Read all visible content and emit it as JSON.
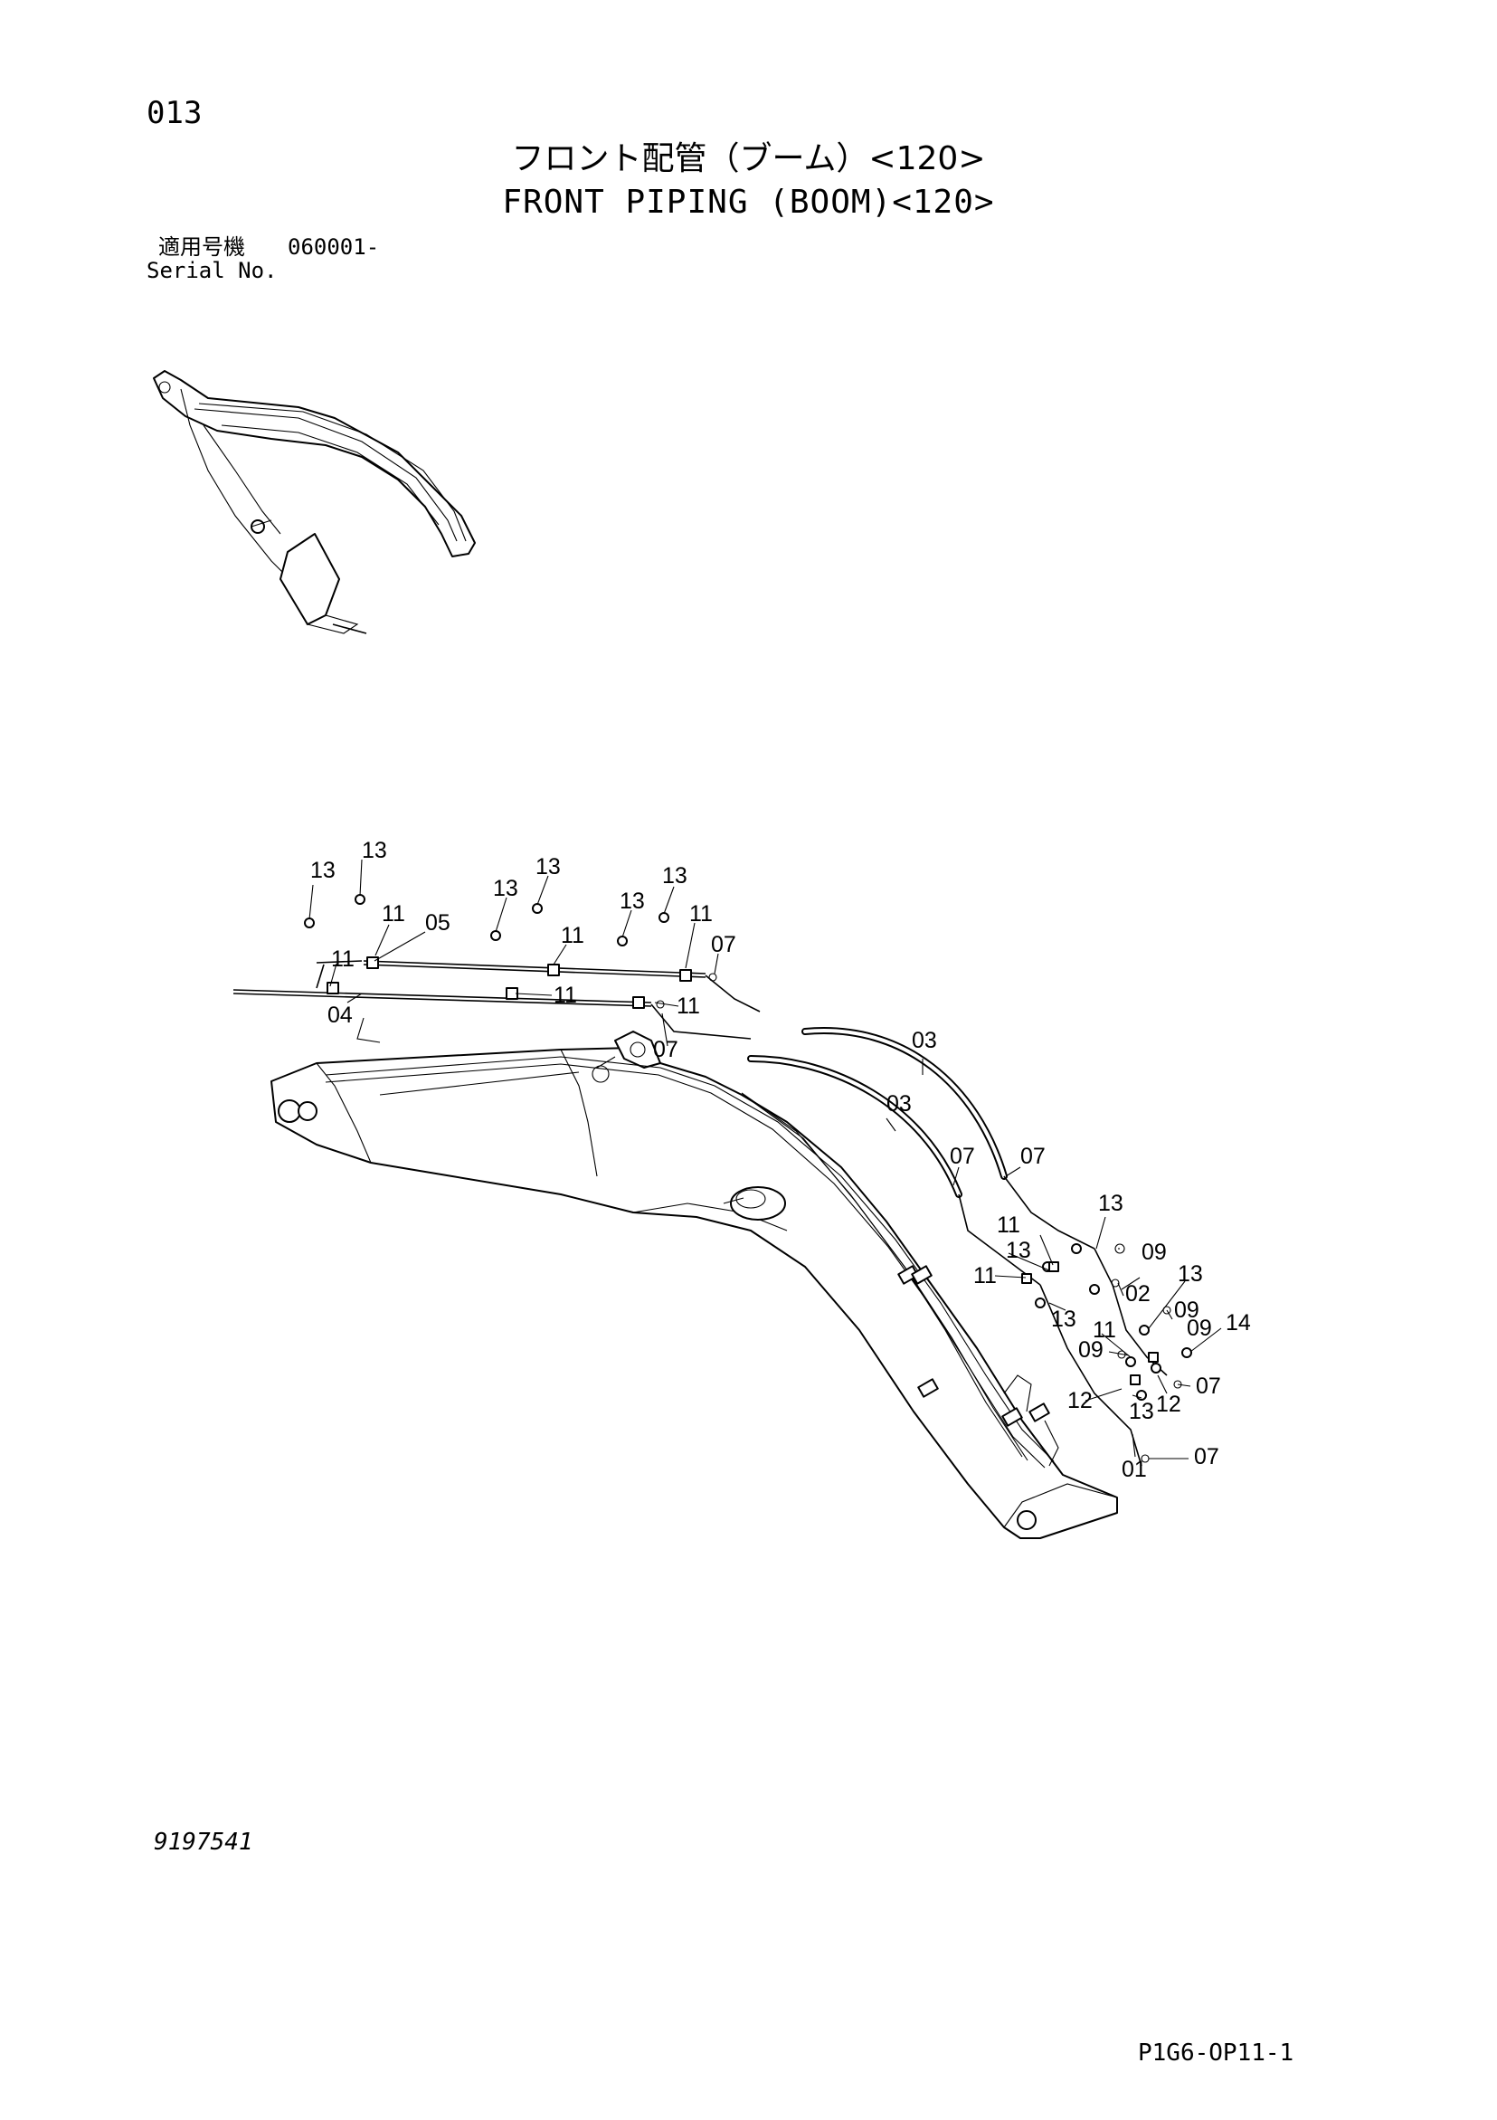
{
  "header": {
    "page_number": "013",
    "title_jp": "フロント配管（ブーム）<120>",
    "title_en": "FRONT PIPING (BOOM)<120>",
    "serial_label_jp": "適用号機",
    "serial_value": "060001-",
    "serial_label_en": "Serial No."
  },
  "footer": {
    "drawing_number": "9197541",
    "sheet_code": "P1G6-OP11-1"
  },
  "callouts": [
    "13",
    "13",
    "11",
    "05",
    "11",
    "04",
    "13",
    "13",
    "11",
    "11",
    "13",
    "13",
    "11",
    "11",
    "07",
    "07",
    "03",
    "03",
    "07",
    "07",
    "13",
    "11",
    "13",
    "09",
    "11",
    "13",
    "02",
    "13",
    "09",
    "09",
    "11",
    "09",
    "14",
    "07",
    "12",
    "13",
    "12",
    "01",
    "07"
  ]
}
